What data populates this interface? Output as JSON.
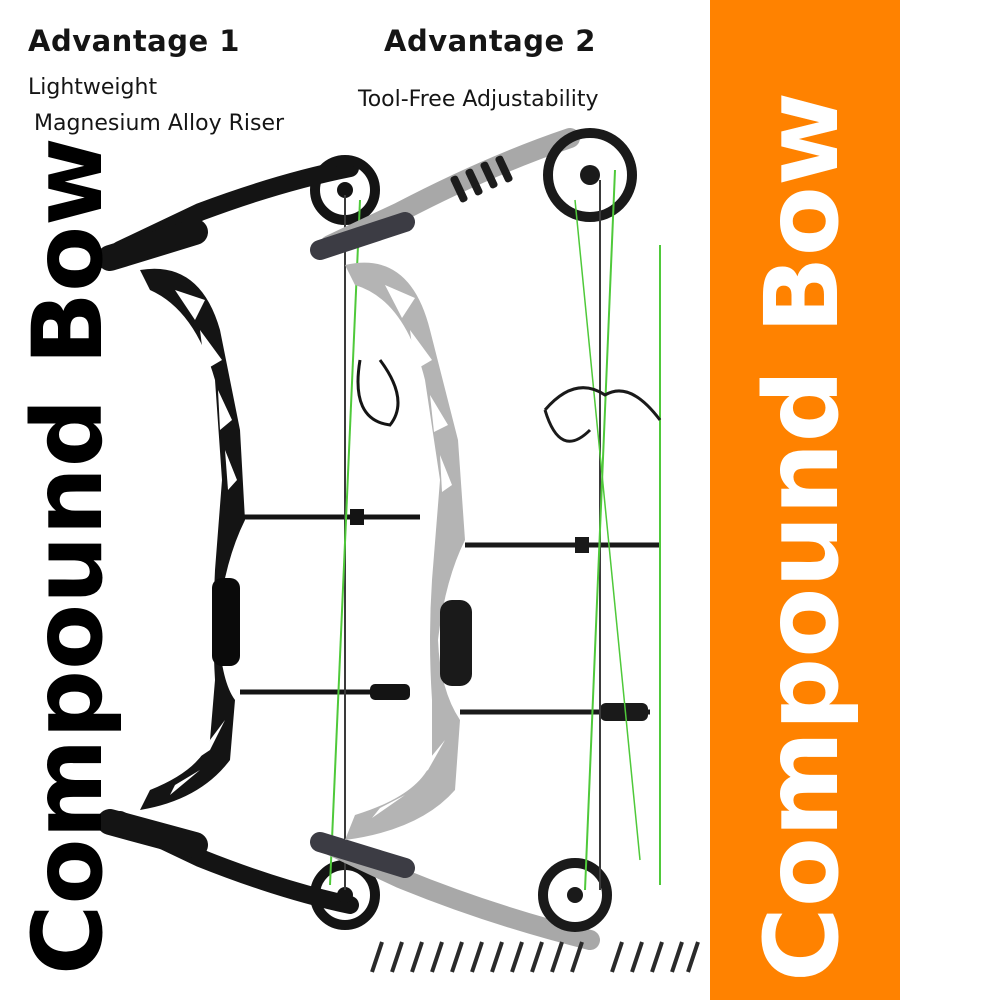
{
  "advantage_1": {
    "title": "Advantage 1",
    "line1": "Lightweight",
    "line2": "Magnesium Alloy Riser"
  },
  "advantage_2": {
    "title": "Advantage 2",
    "line1": "Tool-Free Adjustability"
  },
  "left_vertical_title": "Compound Bow",
  "right_vertical_title": "Compound Bow",
  "colors": {
    "accent_orange": "#ff8200",
    "black_bow": "#141414",
    "silver_bow": "#b4b4b4",
    "string_green": "#4fc93a",
    "text": "#151515"
  }
}
